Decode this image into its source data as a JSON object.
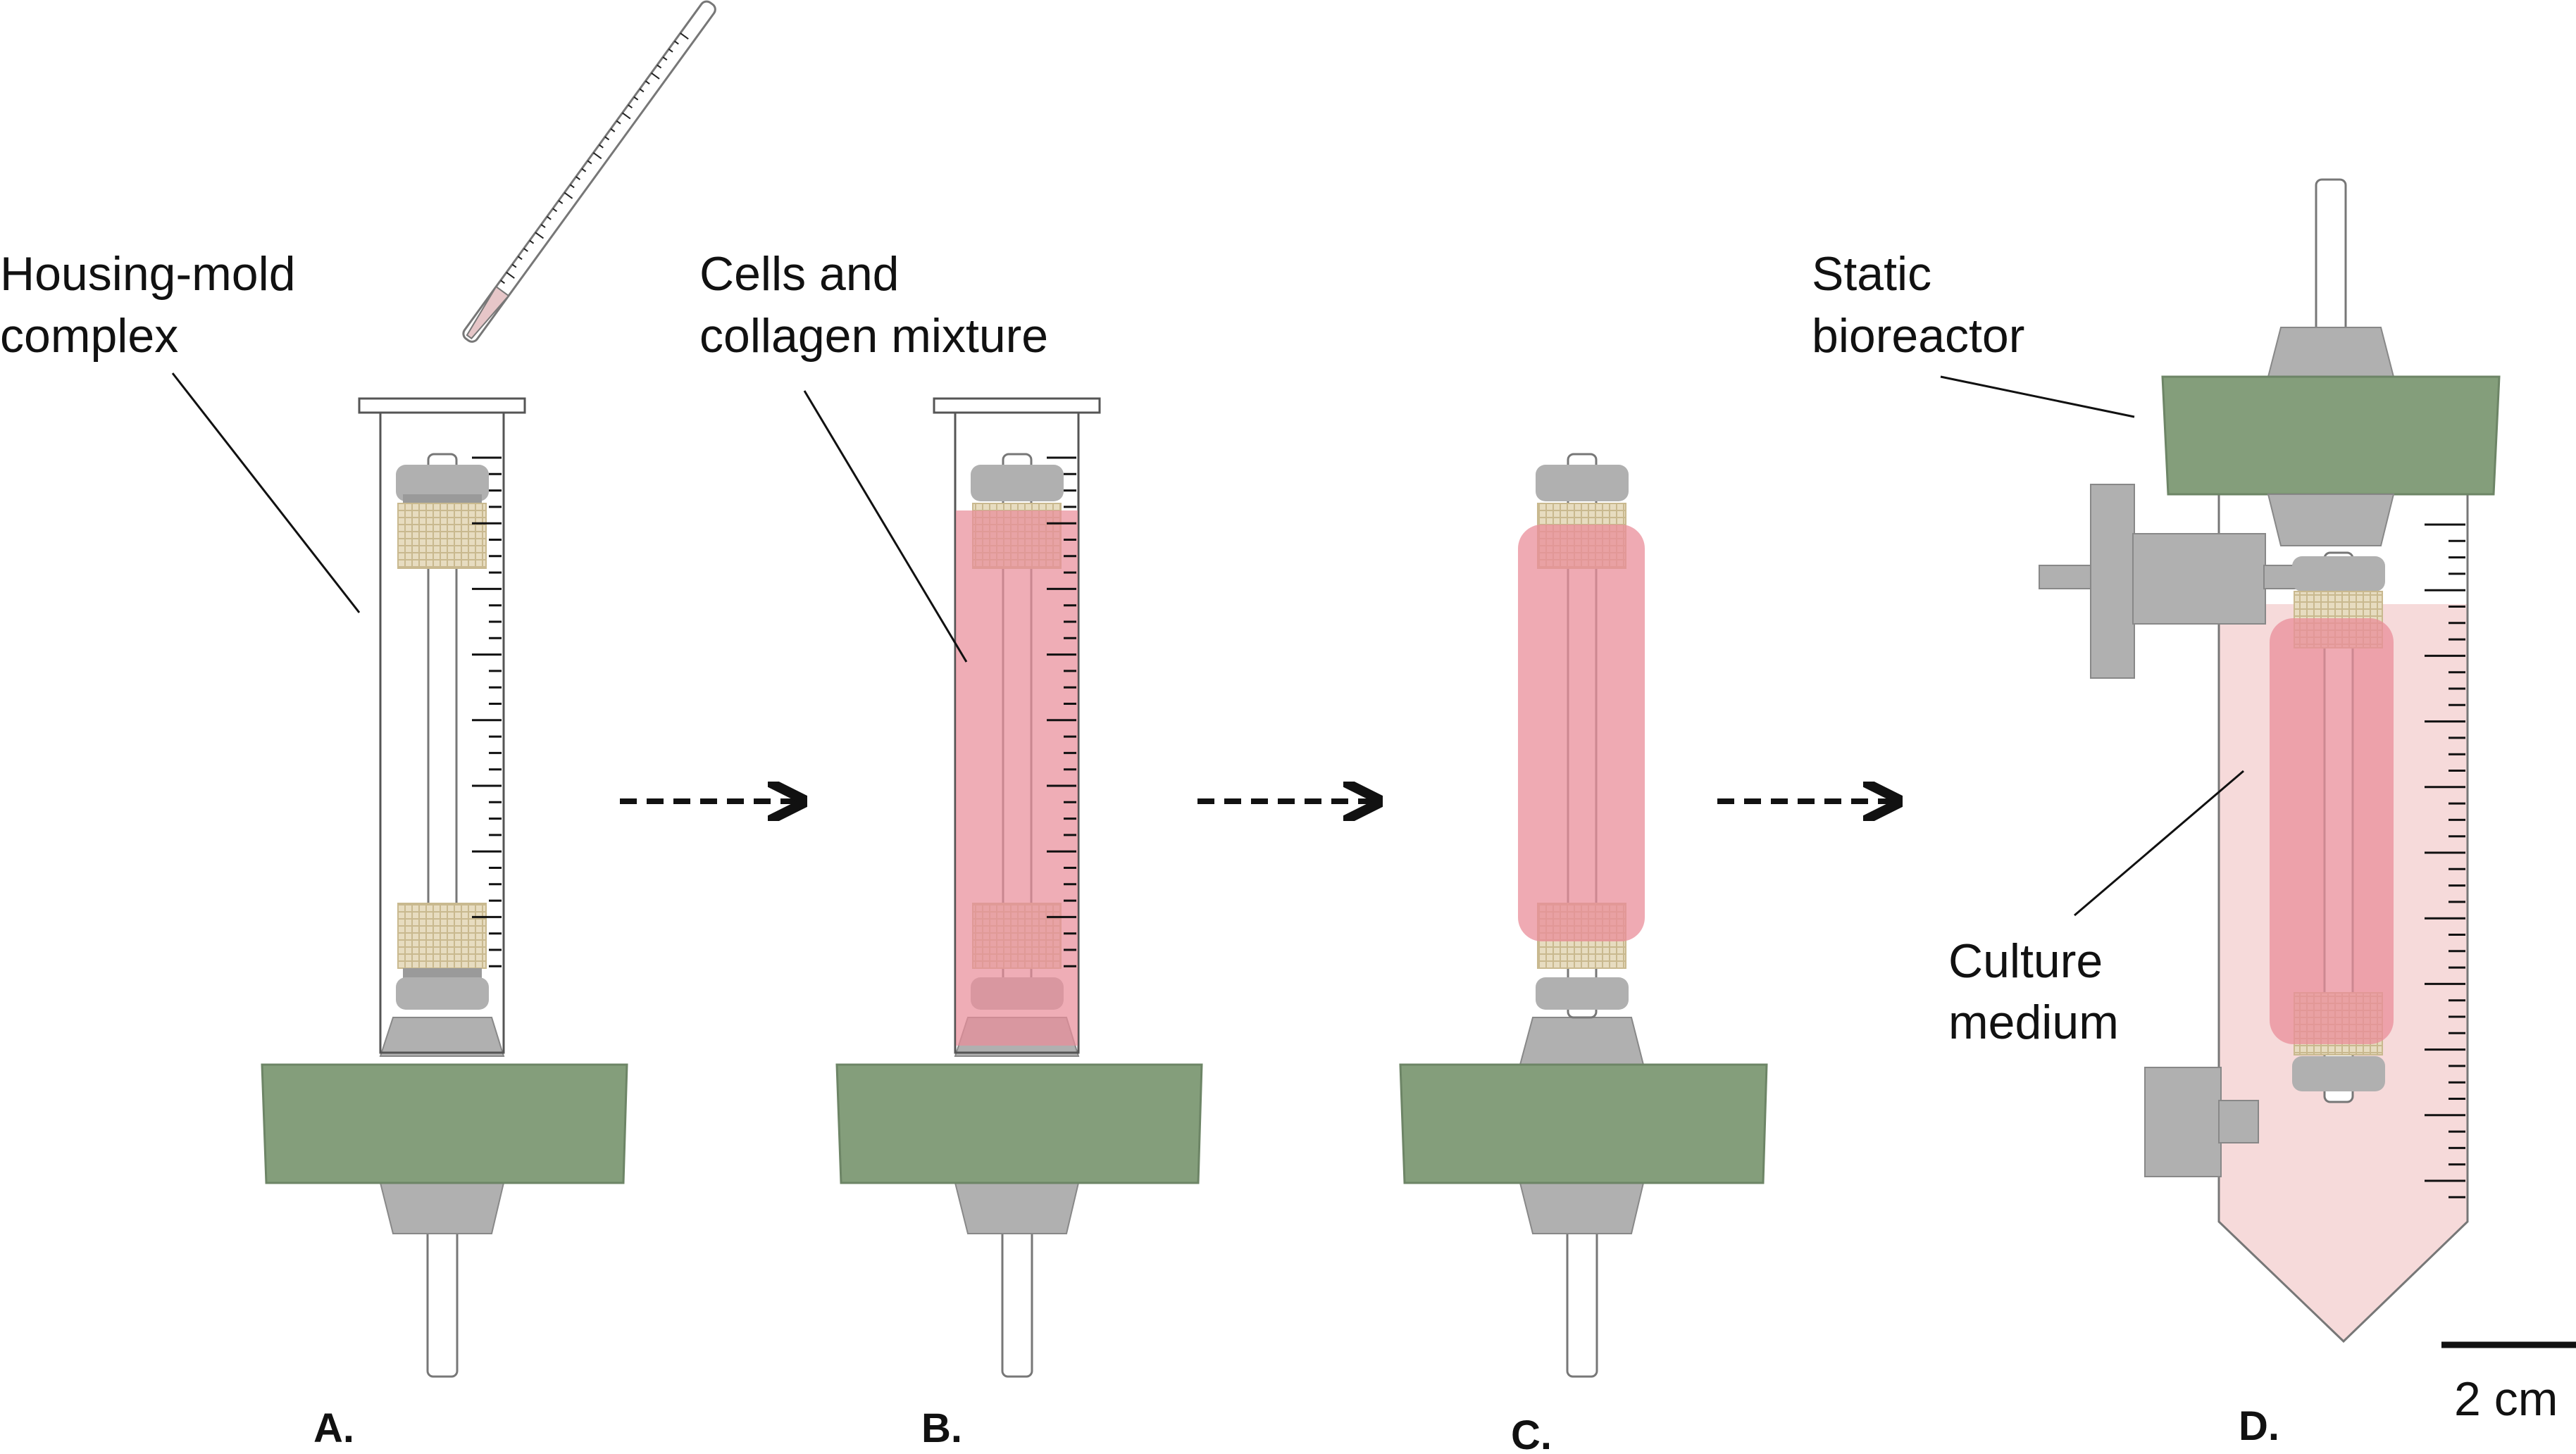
{
  "labels": {
    "housing_mold": [
      "Housing-mold",
      "complex"
    ],
    "cells_collagen": [
      "Cells and",
      "collagen mixture"
    ],
    "static_bioreactor": [
      "Static",
      "bioreactor"
    ],
    "culture_medium": [
      "Culture",
      "medium"
    ]
  },
  "panels": [
    "A.",
    "B.",
    "C.",
    "D."
  ],
  "scale_bar": {
    "label": "2 cm",
    "length_cm": 2
  },
  "colors": {
    "green_cap": "#849e7b",
    "gray_part": "#b0b0b0",
    "gray_dark": "#9a9a9a",
    "mesh": "#e7dcc0",
    "construct_pink": "#e98d9a",
    "medium_pink": "#f6dada",
    "outline": "#555555"
  }
}
